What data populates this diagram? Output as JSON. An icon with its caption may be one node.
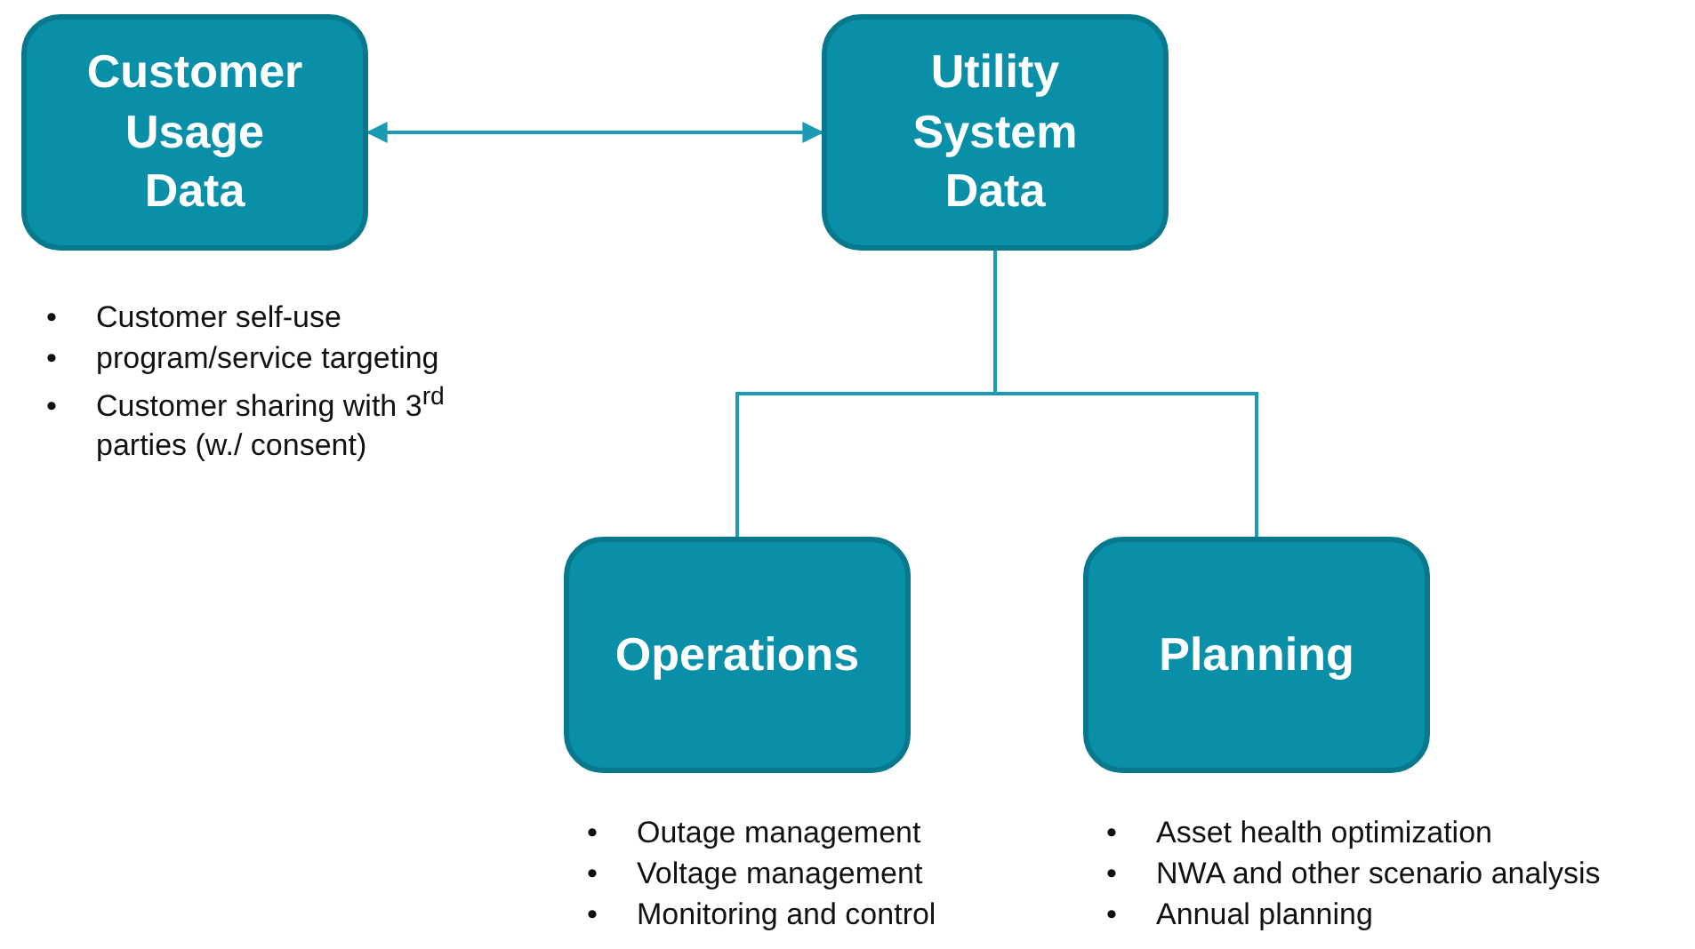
{
  "diagram": {
    "nodes": [
      {
        "text": [
          "Customer Usage Data"
        ],
        "beside": [
          "• Customer self-use",
          "• program/service targeting",
          "• Customer sharing with 3$^{rd}$ parties (w./ consent)"
        ]
      },
      {
        "text": [
          "Utility System Data"
        ]
      },
      {
        "text": [
          "Operations"
        ],
        "beside": [
          "• Outage management",
          "• Voltage management",
          "• Monitoring and control"
        ]
      },
      {
        "text": [
          "Planning"
        ],
        "beside": [
          "• Asset health optimization",
          "• NWA and other scenario analysis",
          "• Annual planning"
        ]
      }
    ],
    "edges": [
      {
        "from": 0,
        "to": 1,
        "arrow": "both"
      },
      {
        "from": 1,
        "to": 2,
        "arrow": "none"
      },
      {
        "from": 1,
        "to": 3,
        "arrow": "none"
      }
    ]
  }
}
